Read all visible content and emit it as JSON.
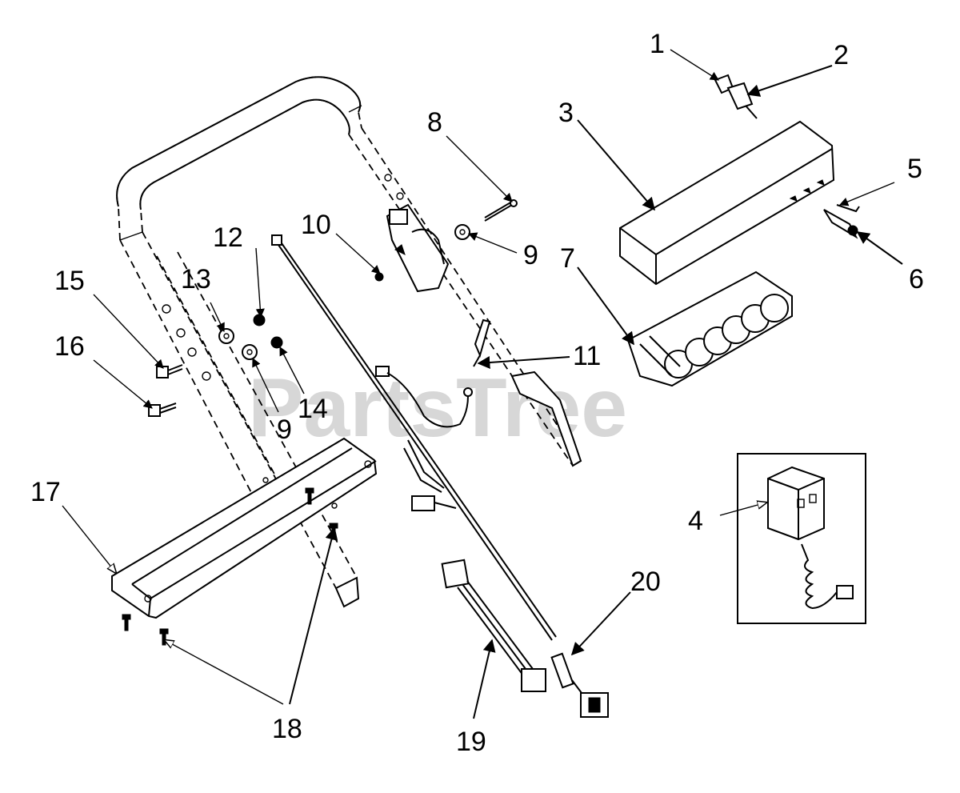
{
  "watermark": "PartsTree",
  "callouts": [
    {
      "id": "c1",
      "label": "1"
    },
    {
      "id": "c2",
      "label": "2"
    },
    {
      "id": "c3",
      "label": "3"
    },
    {
      "id": "c4",
      "label": "4"
    },
    {
      "id": "c5",
      "label": "5"
    },
    {
      "id": "c6",
      "label": "6"
    },
    {
      "id": "c7",
      "label": "7"
    },
    {
      "id": "c8",
      "label": "8"
    },
    {
      "id": "c9a",
      "label": "9"
    },
    {
      "id": "c9b",
      "label": "9"
    },
    {
      "id": "c10",
      "label": "10"
    },
    {
      "id": "c11",
      "label": "11"
    },
    {
      "id": "c12",
      "label": "12"
    },
    {
      "id": "c13",
      "label": "13"
    },
    {
      "id": "c14",
      "label": "14"
    },
    {
      "id": "c15",
      "label": "15"
    },
    {
      "id": "c16",
      "label": "16"
    },
    {
      "id": "c17",
      "label": "17"
    },
    {
      "id": "c18",
      "label": "18"
    },
    {
      "id": "c19",
      "label": "19"
    },
    {
      "id": "c20",
      "label": "20"
    }
  ]
}
